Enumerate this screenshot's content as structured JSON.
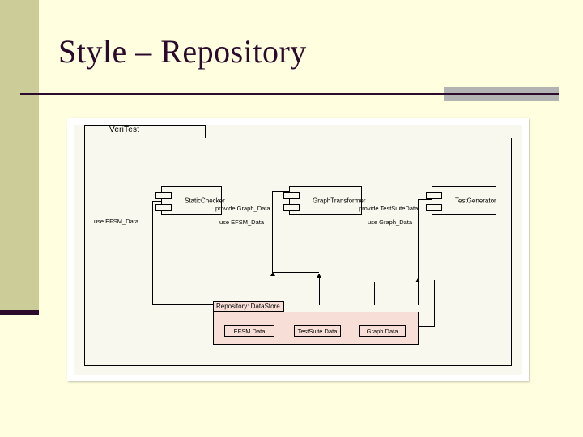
{
  "slide": {
    "title": "Style – Repository",
    "accent_color": "#2b0a2b",
    "sidebar_color": "#cccc99",
    "background_color": "#ffffe0",
    "rule_block_color": "#b3b3b3"
  },
  "diagram": {
    "kind": "uml-component-diagram",
    "package_name": "VeriTest",
    "components": [
      {
        "name": "StaticChecker"
      },
      {
        "name": "GraphTransformer"
      },
      {
        "name": "TestGenerator"
      }
    ],
    "edge_labels": [
      {
        "text": "use EFSM_Data"
      },
      {
        "text": "provide Graph_Data"
      },
      {
        "text": "use EFSM_Data"
      },
      {
        "text": "provide TestSuiteData"
      },
      {
        "text": "use Graph_Data"
      }
    ],
    "repository": {
      "title": "Repository: DataStore",
      "fill_color": "#f7ded6",
      "items": [
        {
          "label": "EFSM Data"
        },
        {
          "label": "TestSuite Data"
        },
        {
          "label": "Graph Data"
        }
      ]
    }
  }
}
